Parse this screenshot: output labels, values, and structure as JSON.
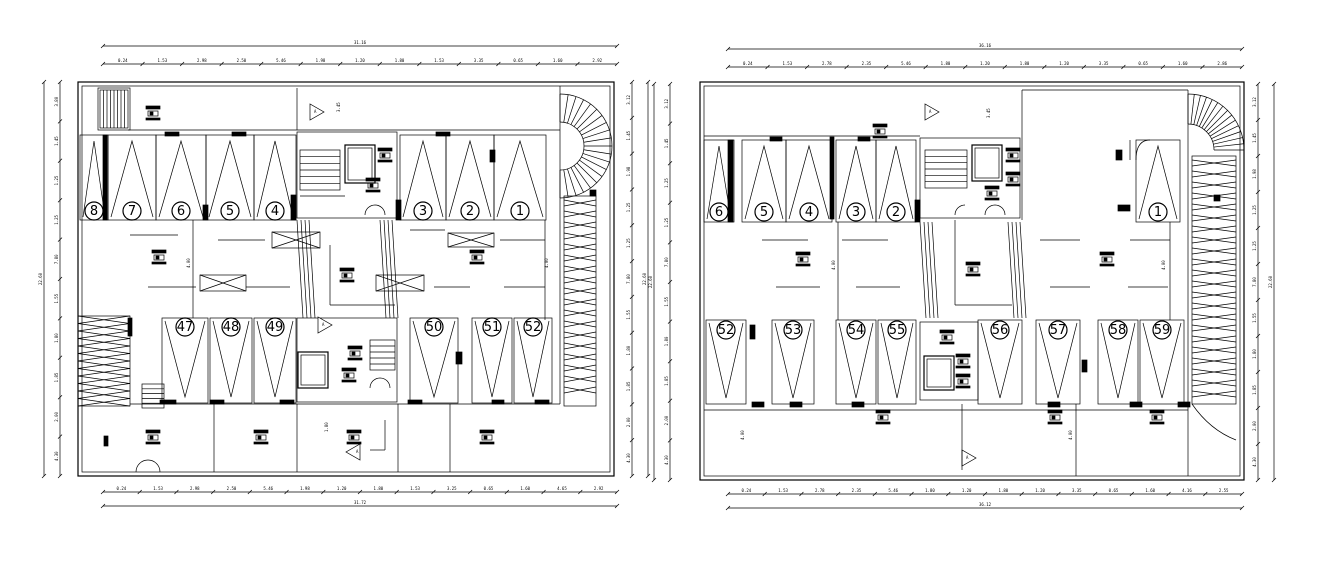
{
  "drawing": {
    "stroke_color": "#000000",
    "background": "#ffffff",
    "icon": "car-parking-floor-plan"
  },
  "left_plan": {
    "top_labels": {
      "overall": "31.16",
      "segments": [
        "0.24",
        "1.53",
        "2.98",
        "2.50",
        "5.46",
        "1.98",
        "1.20",
        "1.80",
        "1.53",
        "3.35",
        "0.65",
        "1.60",
        "2.92"
      ]
    },
    "bottom_labels": {
      "overall": "31.72",
      "segments": [
        "0.24",
        "1.53",
        "2.98",
        "2.50",
        "5.46",
        "1.98",
        "1.20",
        "1.80",
        "1.53",
        "3.25",
        "0.65",
        "1.60",
        "4.65",
        "2.92"
      ]
    },
    "left_labels": {
      "overall": "22.60",
      "segments": [
        "3.80",
        "1.45",
        "1.25",
        "1.25",
        "7.80",
        "1.55",
        "1.80",
        "1.85",
        "2.00",
        "4.30"
      ]
    },
    "right_labels": {
      "overall": "22.60",
      "segments": [
        "3.12",
        "1.45",
        "1.98",
        "1.25",
        "1.25",
        "7.80",
        "1.55",
        "1.80",
        "1.85",
        "2.00",
        "4.30"
      ]
    },
    "row_top": [
      "8",
      "7",
      "6",
      "5",
      "4",
      "3",
      "2",
      "1"
    ],
    "row_bottom": [
      "47",
      "48",
      "49",
      "50",
      "51",
      "52"
    ],
    "inner_labels": [
      "3.45",
      "4.00",
      "1.80",
      "3.60"
    ]
  },
  "right_plan": {
    "top_labels": {
      "overall": "36.16",
      "segments": [
        "0.24",
        "1.53",
        "2.78",
        "2.35",
        "5.46",
        "1.80",
        "1.20",
        "1.80",
        "1.20",
        "3.35",
        "0.65",
        "1.60",
        "2.86"
      ]
    },
    "bottom_labels": {
      "overall": "36.12",
      "segments": [
        "0.24",
        "1.53",
        "2.78",
        "2.35",
        "5.46",
        "1.80",
        "1.20",
        "1.80",
        "1.20",
        "3.35",
        "0.65",
        "1.60",
        "4.16",
        "2.55"
      ]
    },
    "left_labels": {
      "overall": "22.60",
      "segments": [
        "3.12",
        "1.45",
        "1.25",
        "1.25",
        "7.80",
        "1.55",
        "1.80",
        "1.85",
        "2.00",
        "4.30"
      ]
    },
    "right_labels": {
      "overall": "22.60",
      "segments": [
        "3.12",
        "1.45",
        "1.98",
        "1.25",
        "1.25",
        "7.80",
        "1.55",
        "1.80",
        "1.85",
        "2.00",
        "4.30"
      ]
    },
    "row_top": [
      "6",
      "5",
      "4",
      "3",
      "2",
      "1"
    ],
    "row_bottom": [
      "52",
      "53",
      "54",
      "55",
      "56",
      "57",
      "58",
      "59"
    ],
    "inner_labels": [
      "3.45",
      "4.00",
      "4.00",
      "4.00"
    ]
  }
}
